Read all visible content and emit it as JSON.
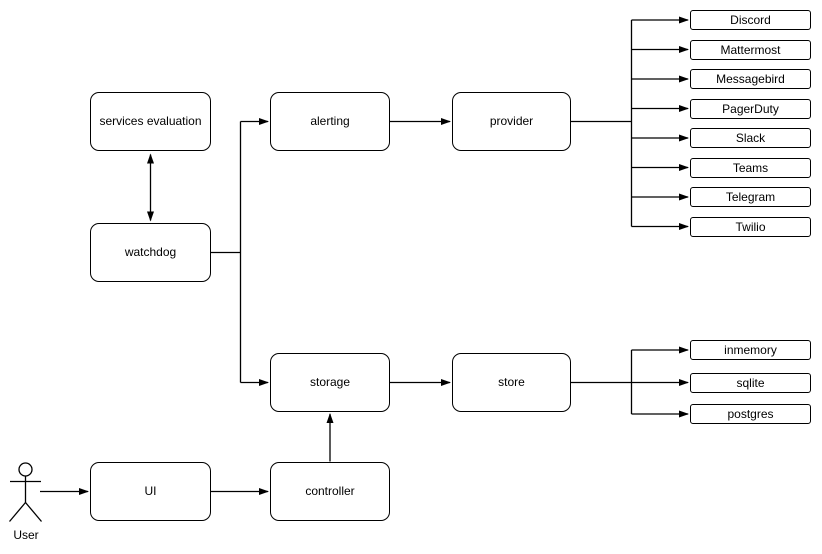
{
  "diagram": {
    "background": "#ffffff",
    "stroke_color": "#000000",
    "text_color": "#000000",
    "node_fill": "#ffffff",
    "actor": {
      "label": "User"
    },
    "nodes": {
      "services_evaluation": {
        "label": "services evaluation"
      },
      "watchdog": {
        "label": "watchdog"
      },
      "alerting": {
        "label": "alerting"
      },
      "provider": {
        "label": "provider"
      },
      "storage": {
        "label": "storage"
      },
      "store": {
        "label": "store"
      },
      "ui": {
        "label": "UI"
      },
      "controller": {
        "label": "controller"
      }
    },
    "provider_types": [
      "Discord",
      "Mattermost",
      "Messagebird",
      "PagerDuty",
      "Slack",
      "Teams",
      "Telegram",
      "Twilio"
    ],
    "store_types": [
      "inmemory",
      "sqlite",
      "postgres"
    ],
    "edges": [
      {
        "from": "watchdog",
        "to": "services_evaluation",
        "style": "bidirectional-arrow"
      },
      {
        "from": "watchdog",
        "to": "alerting",
        "style": "arrow"
      },
      {
        "from": "watchdog",
        "to": "storage",
        "style": "arrow"
      },
      {
        "from": "alerting",
        "to": "provider",
        "style": "arrow"
      },
      {
        "from": "provider",
        "to": "Discord, Mattermost, Messagebird, PagerDuty, Slack, Teams, Telegram, Twilio",
        "style": "fanout-arrows"
      },
      {
        "from": "storage",
        "to": "store",
        "style": "arrow"
      },
      {
        "from": "store",
        "to": "inmemory, sqlite, postgres",
        "style": "fanout-arrows"
      },
      {
        "from": "ui",
        "to": "controller",
        "style": "arrow"
      },
      {
        "from": "controller",
        "to": "storage",
        "style": "arrow"
      },
      {
        "from": "user",
        "to": "ui",
        "style": "arrow"
      }
    ]
  }
}
